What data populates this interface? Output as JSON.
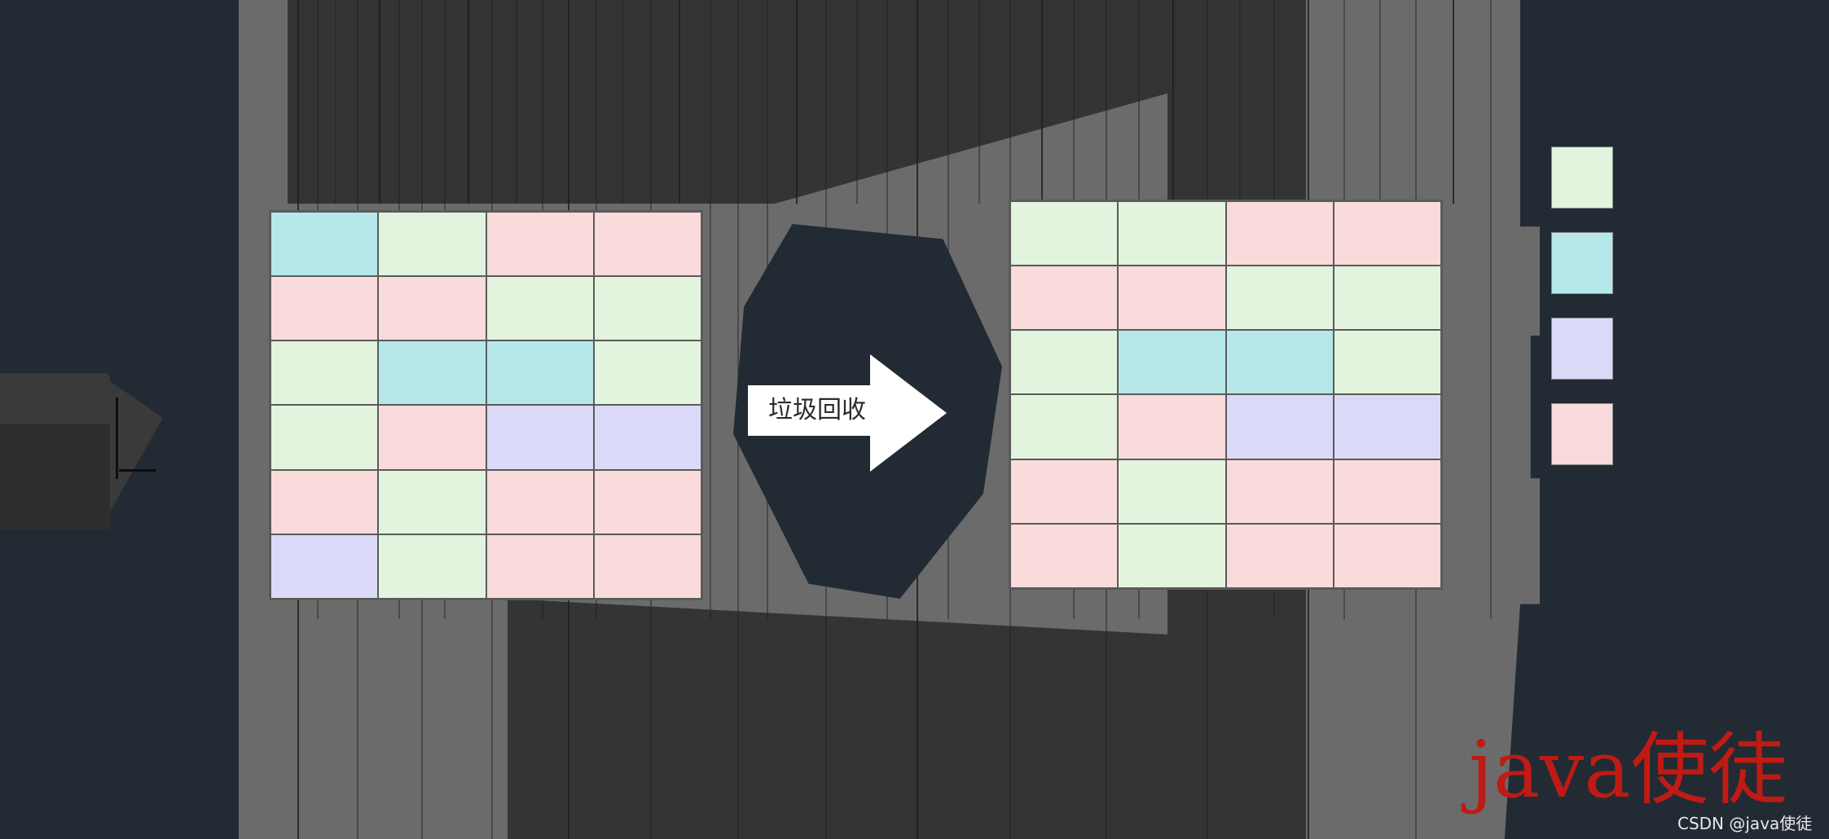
{
  "diagram": {
    "title_hidden": "",
    "arrow": {
      "label": "垃圾回收"
    },
    "colors": {
      "green": "#e2f4dd",
      "cyan": "#b6e8ea",
      "purple": "#dadaf8",
      "pink": "#fadbdb",
      "grid_line": "#5a5a5a",
      "background_gray": "#6b6b6b",
      "background_navy": "#222b33",
      "arrow_fill": "#ffffff",
      "arrow_badge": "#222b33",
      "watermark_red": "#c01a15"
    },
    "grid_before": {
      "name": "heap-before-gc",
      "rows": 6,
      "cols": 4,
      "cells": [
        [
          "cyan",
          "green",
          "pink",
          "pink"
        ],
        [
          "pink",
          "pink",
          "green",
          "green"
        ],
        [
          "green",
          "cyan",
          "cyan",
          "green"
        ],
        [
          "green",
          "pink",
          "purple",
          "purple"
        ],
        [
          "pink",
          "green",
          "pink",
          "pink"
        ],
        [
          "purple",
          "green",
          "pink",
          "pink"
        ]
      ]
    },
    "grid_after": {
      "name": "heap-after-gc",
      "rows": 6,
      "cols": 4,
      "cells": [
        [
          "green",
          "green",
          "pink",
          "pink"
        ],
        [
          "pink",
          "pink",
          "green",
          "green"
        ],
        [
          "green",
          "cyan",
          "cyan",
          "green"
        ],
        [
          "green",
          "pink",
          "purple",
          "purple"
        ],
        [
          "pink",
          "green",
          "pink",
          "pink"
        ],
        [
          "pink",
          "green",
          "pink",
          "pink"
        ]
      ]
    },
    "legend": {
      "items": [
        {
          "color": "green",
          "label": ""
        },
        {
          "color": "cyan",
          "label": ""
        },
        {
          "color": "purple",
          "label": ""
        },
        {
          "color": "pink",
          "label": ""
        }
      ]
    }
  },
  "watermark": {
    "big": "java使徒",
    "small": "CSDN @java使徒"
  }
}
